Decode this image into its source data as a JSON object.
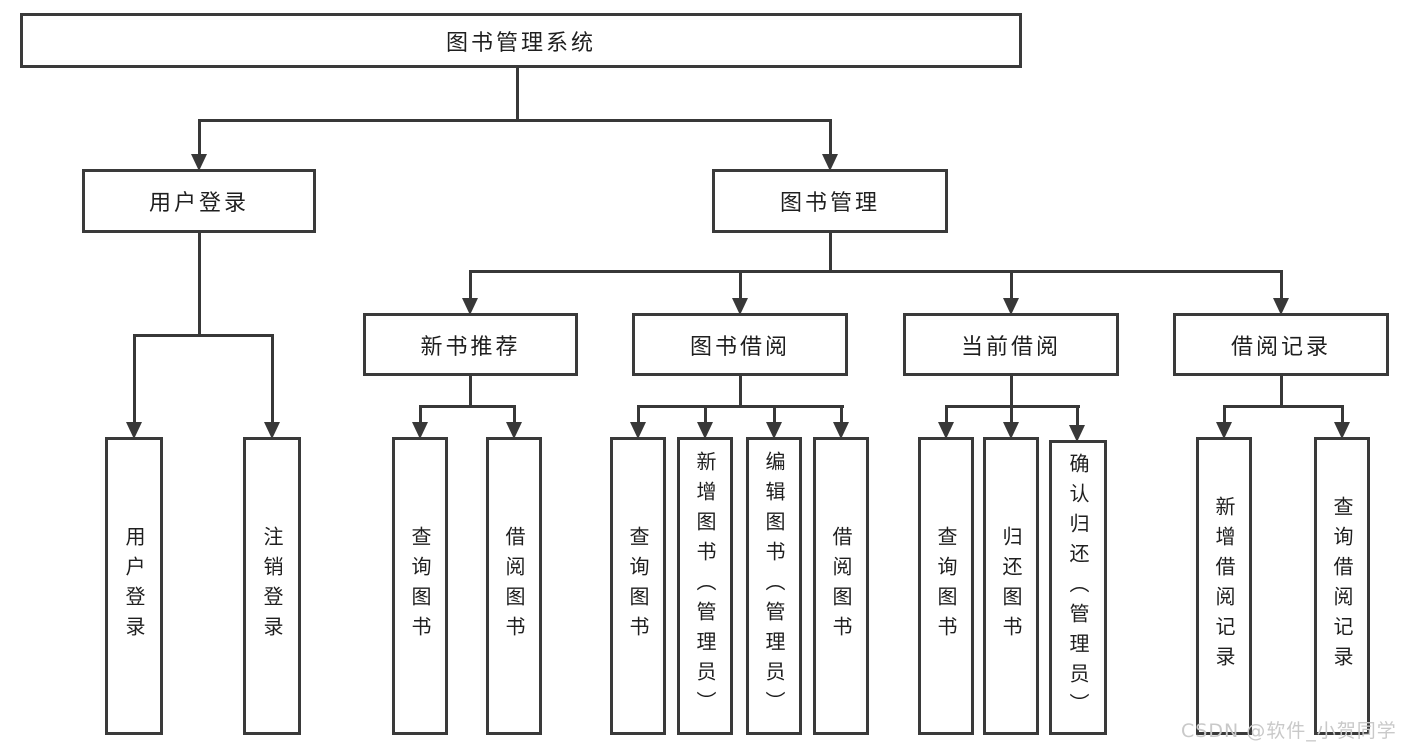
{
  "diagram": {
    "root": {
      "label": "图书管理系统"
    },
    "level2": [
      {
        "label": "用户登录"
      },
      {
        "label": "图书管理"
      }
    ],
    "level3": [
      {
        "label": "新书推荐"
      },
      {
        "label": "图书借阅"
      },
      {
        "label": "当前借阅"
      },
      {
        "label": "借阅记录"
      }
    ],
    "leaves": {
      "login": [
        "用户登录",
        "注销登录"
      ],
      "recommend": [
        "查询图书",
        "借阅图书"
      ],
      "borrow": [
        "查询图书",
        "新增图书（管理员）",
        "编辑图书（管理员）",
        "借阅图书"
      ],
      "current": [
        "查询图书",
        "归还图书",
        "确认归还（管理员）"
      ],
      "records": [
        "新增借阅记录",
        "查询借阅记录"
      ]
    }
  },
  "watermark": "CSDN @软件_小贺同学",
  "colors": {
    "line": "#383838",
    "text": "#1f1f1f",
    "watermark": "#c9c9c9",
    "background": "#ffffff"
  }
}
